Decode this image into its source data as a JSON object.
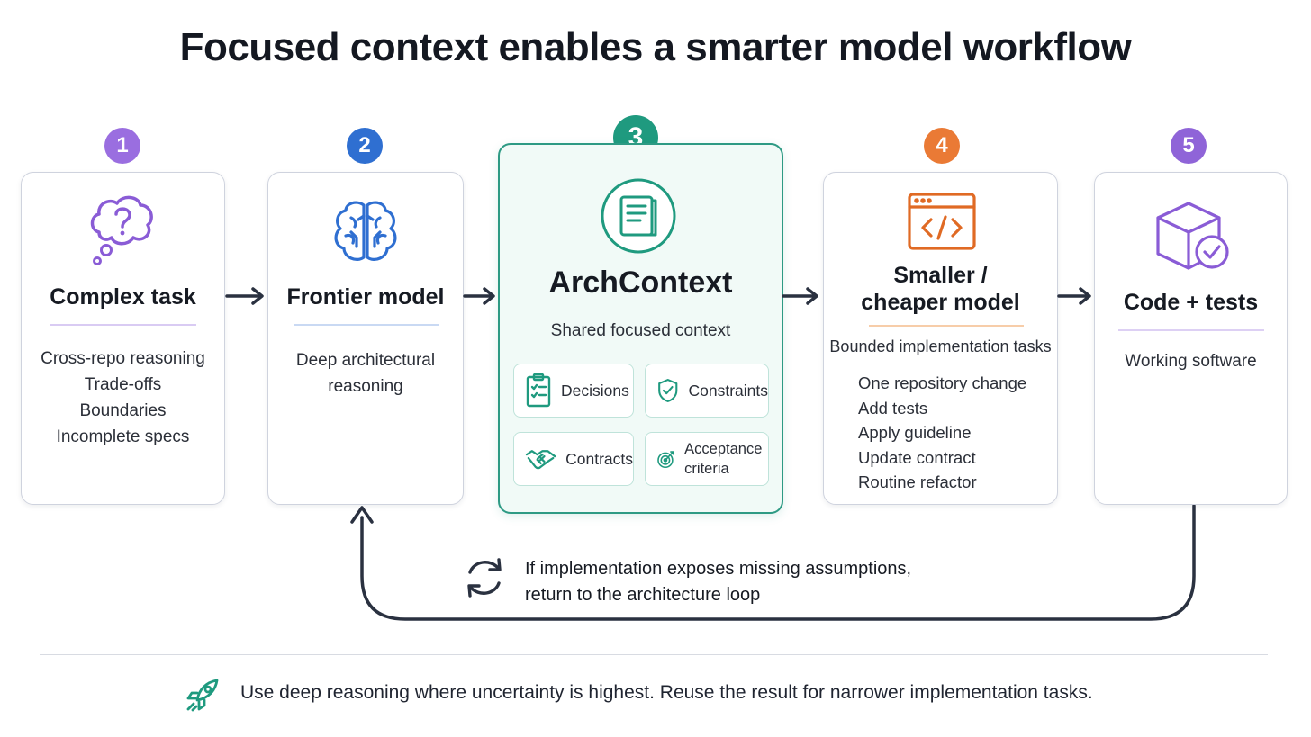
{
  "title": "Focused context enables a smarter model workflow",
  "colors": {
    "purple": "#8a5cd6",
    "blue": "#2f6fd1",
    "teal": "#1f9a7f",
    "orange": "#e8742c",
    "dark": "#2a3140"
  },
  "steps": [
    {
      "number": "1",
      "title": "Complex task",
      "icon": "thought-bubble-question-icon",
      "lines": [
        "Cross-repo reasoning",
        "Trade-offs",
        "Boundaries",
        "Incomplete specs"
      ]
    },
    {
      "number": "2",
      "title": "Frontier model",
      "icon": "brain-icon",
      "lines": [
        "Deep architectural",
        "reasoning"
      ]
    },
    {
      "number": "3",
      "title": "ArchContext",
      "icon": "notebook-icon",
      "subtitle": "Shared focused context",
      "chips": [
        {
          "label": "Decisions",
          "icon": "checklist-icon"
        },
        {
          "label": "Constraints",
          "icon": "shield-check-icon"
        },
        {
          "label": "Contracts",
          "icon": "handshake-icon"
        },
        {
          "label": "Acceptance criteria",
          "icon": "target-icon"
        }
      ]
    },
    {
      "number": "4",
      "title_line1": "Smaller /",
      "title_line2": "cheaper model",
      "icon": "code-window-icon",
      "subtitle": "Bounded implementation tasks",
      "lines": [
        "One repository change",
        "Add tests",
        "Apply guideline",
        "Update contract",
        "Routine refactor"
      ]
    },
    {
      "number": "5",
      "title": "Code + tests",
      "icon": "cube-check-icon",
      "lines": [
        "Working software"
      ]
    }
  ],
  "loop": {
    "line1": "If implementation exposes missing assumptions,",
    "line2": "return to the architecture loop",
    "icon": "refresh-icon"
  },
  "footer": {
    "text": "Use deep reasoning where uncertainty is highest. Reuse the result for narrower implementation tasks.",
    "icon": "rocket-icon"
  }
}
